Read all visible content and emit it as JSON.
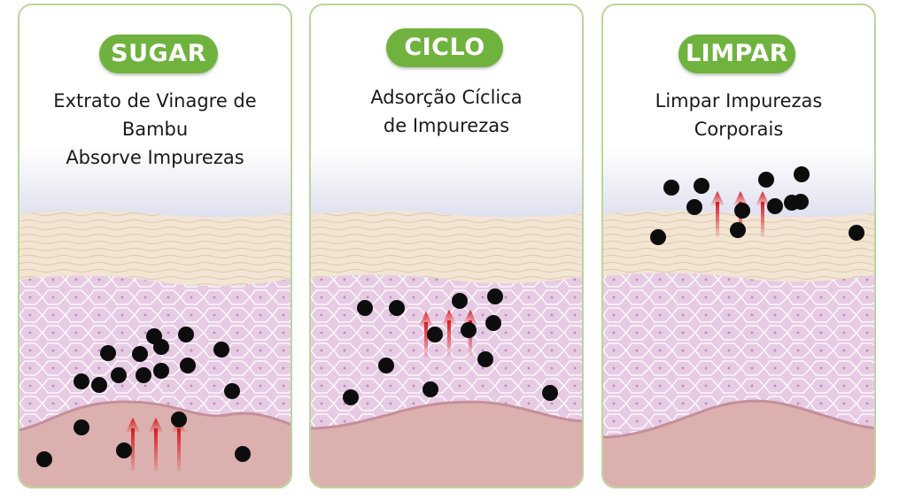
{
  "panels": [
    {
      "badge": "SUGAR",
      "caption_line1": "Extrato de Vinagre de Bambu",
      "caption_line2": "Absorve Impurezas"
    },
    {
      "badge": "CICLO",
      "caption_line1": "Adsorção Cíclica",
      "caption_line2": "de Impurezas"
    },
    {
      "badge": "LIMPAR",
      "caption_line1": "Limpar Impurezas",
      "caption_line2": "Corporais"
    }
  ],
  "colors": {
    "badge_green": "#6fb33e",
    "panel_border": "#b9d79a",
    "impurity": "#0d0d0d",
    "arrow_red": "#d8191c",
    "dermis": "#dcb4b4",
    "epidermis_cells": "#e4c6e0",
    "stratum_corneum": "#f2e3cf"
  }
}
